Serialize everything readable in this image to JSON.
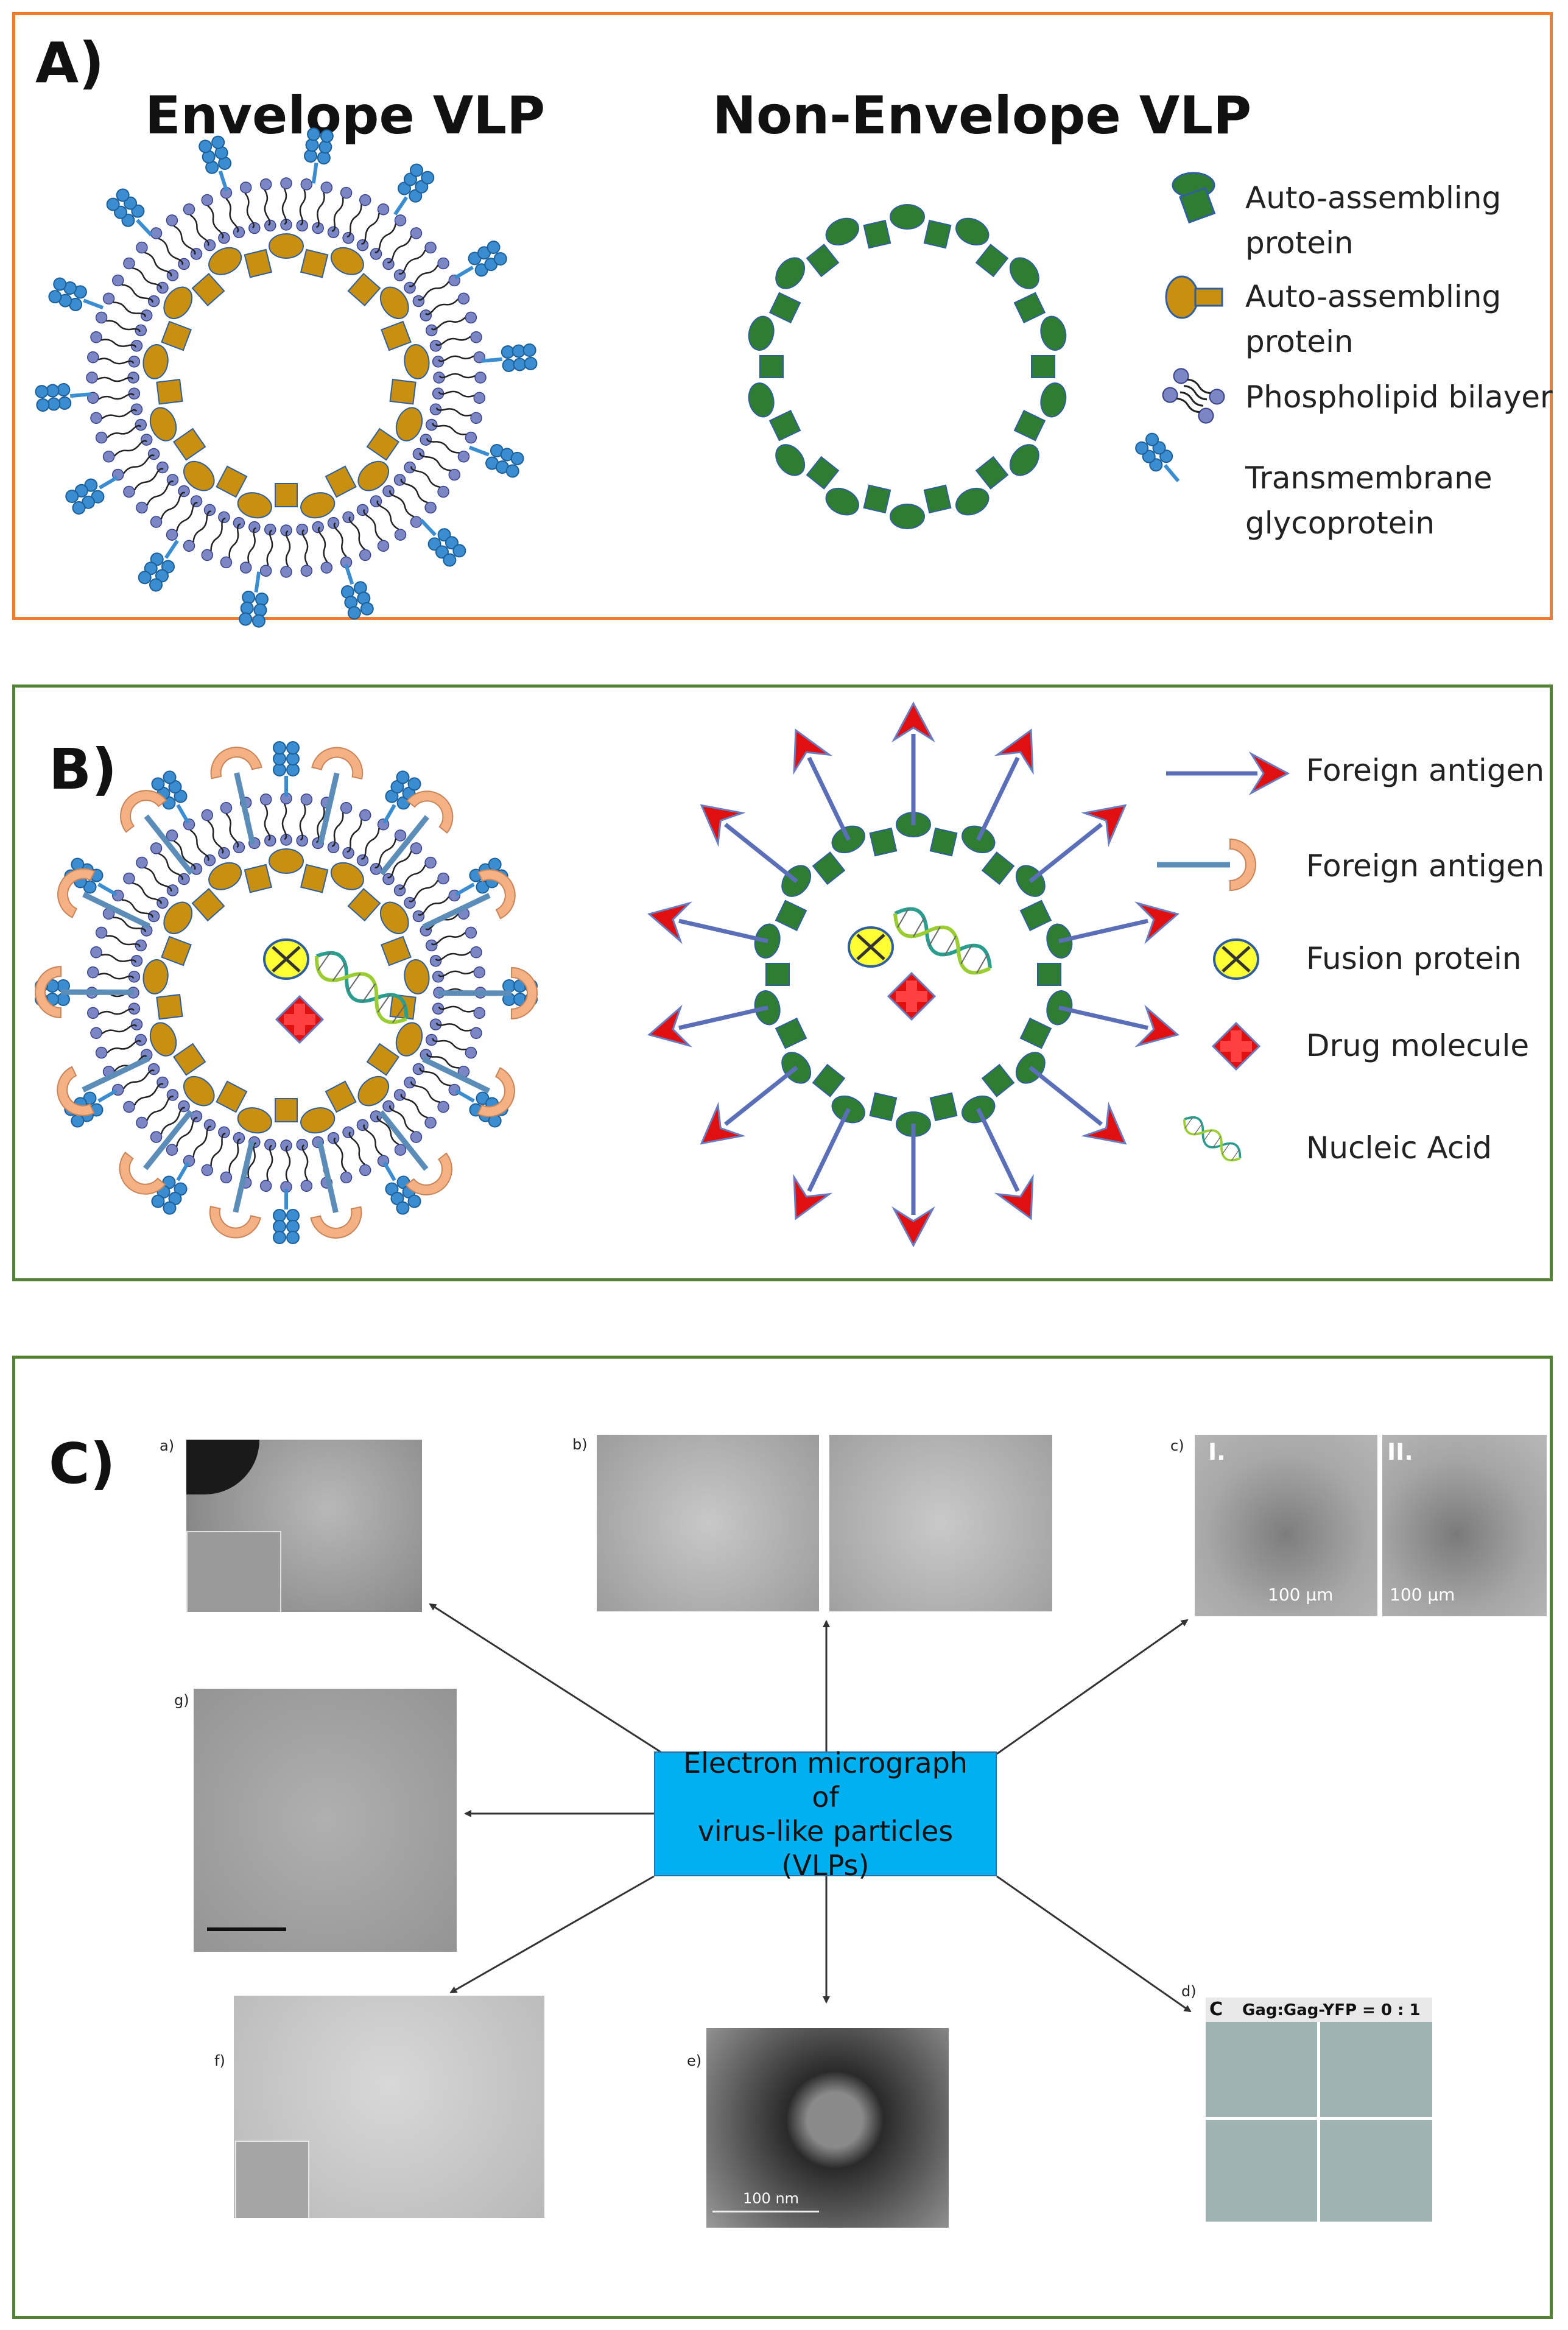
{
  "panel_a": {
    "label": "A)",
    "title_envelope": "Envelope VLP",
    "title_non_envelope": "Non-Envelope VLP",
    "legend": [
      {
        "icon": "green-protein-icon",
        "text": "Auto-assembling\nprotein"
      },
      {
        "icon": "orange-protein-icon",
        "text": "Auto-assembling\nprotein"
      },
      {
        "icon": "phospholipid-icon",
        "text": "Phospholipid bilayer"
      },
      {
        "icon": "glycoprotein-icon",
        "text": "Transmembrane\nglycoprotein"
      }
    ]
  },
  "panel_b": {
    "label": "B)",
    "legend": [
      {
        "icon": "red-arrow-icon",
        "text": "Foreign antigen"
      },
      {
        "icon": "hook-antigen-icon",
        "text": "Foreign antigen"
      },
      {
        "icon": "fusion-protein-icon",
        "text": "Fusion protein"
      },
      {
        "icon": "drug-molecule-icon",
        "text": "Drug molecule"
      },
      {
        "icon": "dna-helix-icon",
        "text": "Nucleic Acid"
      }
    ]
  },
  "panel_c": {
    "label": "C)",
    "center_text": "Electron micrograph\nof\nvirus-like particles\n(VLPs)",
    "micrographs": {
      "a": {
        "label": "a)"
      },
      "b": {
        "label": "b)"
      },
      "c": {
        "label": "c)",
        "part1": "I.",
        "part2": "II.",
        "scale1": "100 µm",
        "scale2": "100 µm"
      },
      "d": {
        "label": "d)",
        "corner": "C",
        "caption": "Gag:Gag-YFP = 0 : 1"
      },
      "e": {
        "label": "e)",
        "scale": "100 nm"
      },
      "f": {
        "label": "f)"
      },
      "g": {
        "label": "g)"
      }
    }
  },
  "colors": {
    "panel_a_border": "#ed7d31",
    "panel_bc_border": "#548235",
    "green_protein": "#2e7d32",
    "orange_protein": "#c8900e",
    "glycoprotein": "#3a8dd0",
    "antigen_arrow": "#e01010",
    "hook_antigen": "#f4b183",
    "center_box": "#00b0f0"
  }
}
